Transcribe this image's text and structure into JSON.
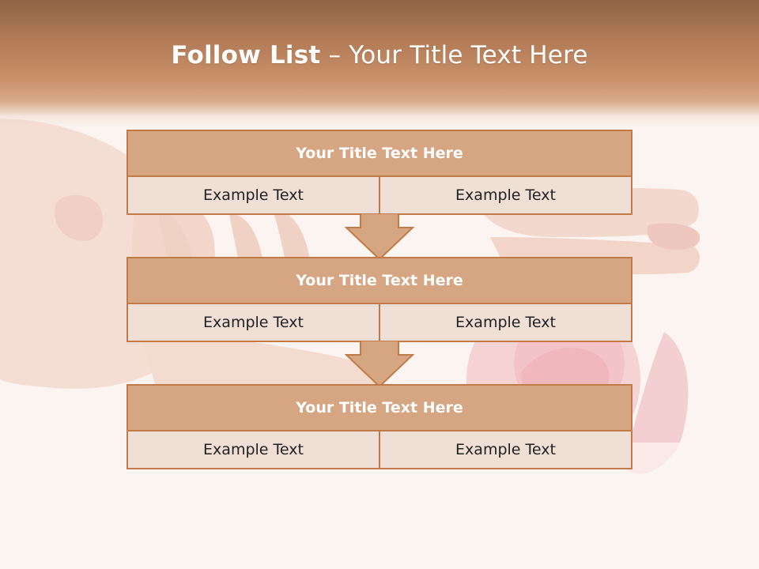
{
  "slide": {
    "title_bold": "Follow List",
    "title_rest": " – Your Title Text Here"
  },
  "blocks": [
    {
      "title": "Your Title Text Here",
      "left": "Example Text",
      "right": "Example Text"
    },
    {
      "title": "Your Title Text Here",
      "left": "Example Text",
      "right": "Example Text"
    },
    {
      "title": "Your Title Text Here",
      "left": "Example Text",
      "right": "Example Text"
    }
  ],
  "colors": {
    "header": "#b07a55",
    "block_header": "#d6a683",
    "block_border": "#c07b48",
    "cell_fill": "#efdfd5",
    "arrow_fill": "#d6a683"
  }
}
